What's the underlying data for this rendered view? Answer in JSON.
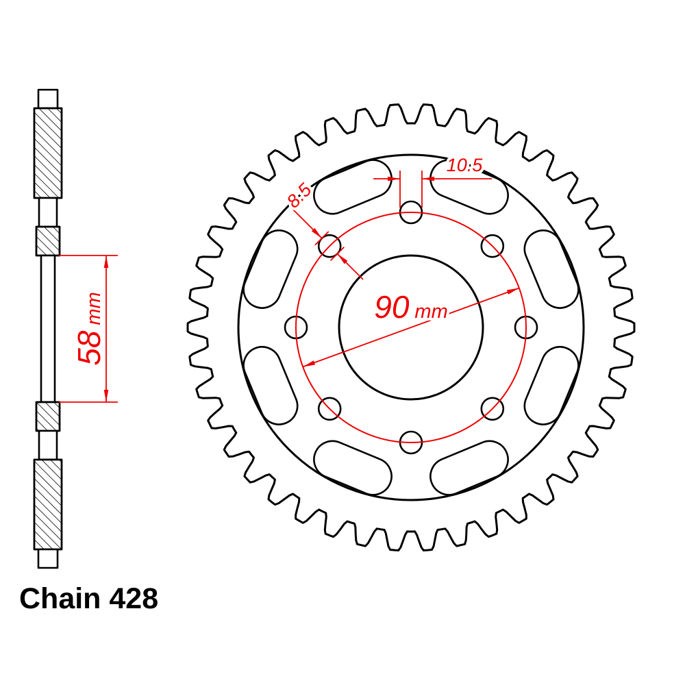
{
  "drawing": {
    "chain_label": "Chain 428",
    "dim_bore": {
      "value": "58",
      "unit": "mm"
    },
    "dim_bcd": {
      "value": "90",
      "unit": "mm"
    },
    "dim_hole_small": "8.5",
    "dim_hole_large": "10.5"
  },
  "colors": {
    "dimension_red": "#ee0000",
    "line_black": "#000000",
    "background": "#ffffff"
  }
}
